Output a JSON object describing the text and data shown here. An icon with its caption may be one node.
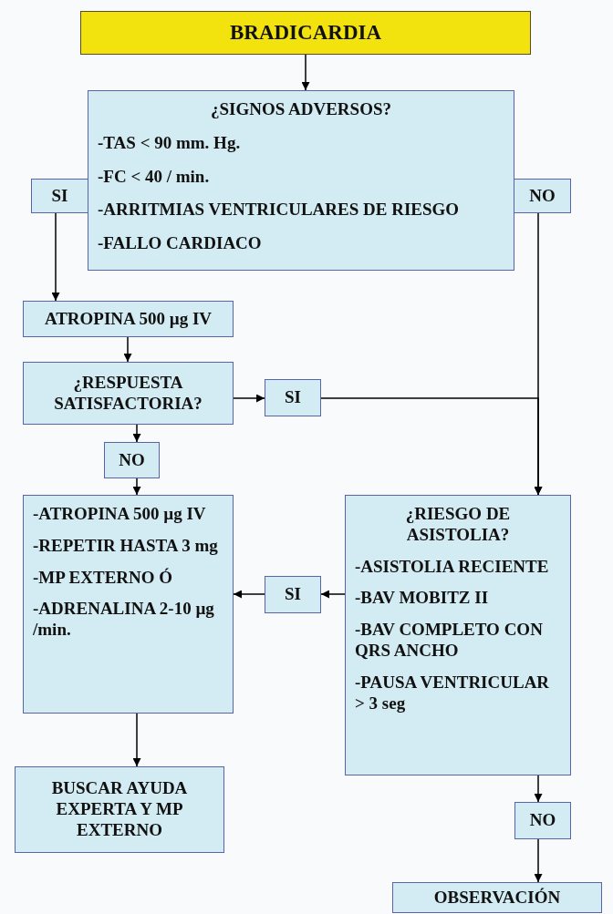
{
  "diagram": {
    "nodes": [
      {
        "text": [
          "BRADICARDIA"
        ]
      },
      {
        "text": [
          "¿SIGNOS ADVERSOS?",
          "-TAS < 90 mm. Hg.",
          "-FC < 40 / min.",
          "-ARRITMIAS VENTRICULARES DE RIESGO",
          "-FALLO CARDIACO"
        ]
      },
      {
        "text": [
          "SI"
        ]
      },
      {
        "text": [
          "NO"
        ]
      },
      {
        "text": [
          "ATROPINA 500 µg IV"
        ]
      },
      {
        "text": [
          "¿RESPUESTA SATISFACTORIA?"
        ]
      },
      {
        "text": [
          "SI"
        ]
      },
      {
        "text": [
          "NO"
        ]
      },
      {
        "text": [
          "-ATROPINA 500 µg IV",
          "-REPETIR HASTA 3 mg",
          "-MP EXTERNO Ó",
          "-ADRENALINA 2-10 µg /min."
        ]
      },
      {
        "text": [
          "SI"
        ]
      },
      {
        "text": [
          "¿RIESGO DE ASISTOLIA?",
          "-ASISTOLIA RECIENTE",
          "-BAV MOBITZ II",
          "-BAV COMPLETO CON QRS ANCHO",
          "-PAUSA VENTRICULAR > 3 seg"
        ]
      },
      {
        "text": [
          "BUSCAR AYUDA EXPERTA Y MP EXTERNO"
        ]
      },
      {
        "text": [
          "NO"
        ]
      },
      {
        "text": [
          "OBSERVACIÓN"
        ]
      }
    ],
    "edges": [
      {
        "from": 0,
        "to": 1,
        "arrow": "to"
      },
      {
        "from": 2,
        "to": 4,
        "arrow": "to"
      },
      {
        "from": 3,
        "to": 10,
        "arrow": "to"
      },
      {
        "from": 4,
        "to": 5,
        "arrow": "to"
      },
      {
        "from": 5,
        "to": 6,
        "arrow": "to"
      },
      {
        "from": 6,
        "to": 10,
        "arrow": "to"
      },
      {
        "from": 5,
        "to": 7,
        "arrow": "to"
      },
      {
        "from": 7,
        "to": 8,
        "arrow": "to"
      },
      {
        "from": 10,
        "to": 9,
        "arrow": "to"
      },
      {
        "from": 9,
        "to": 8,
        "arrow": "to"
      },
      {
        "from": 8,
        "to": 11,
        "arrow": "to"
      },
      {
        "from": 10,
        "to": 12,
        "arrow": "to"
      },
      {
        "from": 12,
        "to": 13,
        "arrow": "to"
      }
    ]
  }
}
